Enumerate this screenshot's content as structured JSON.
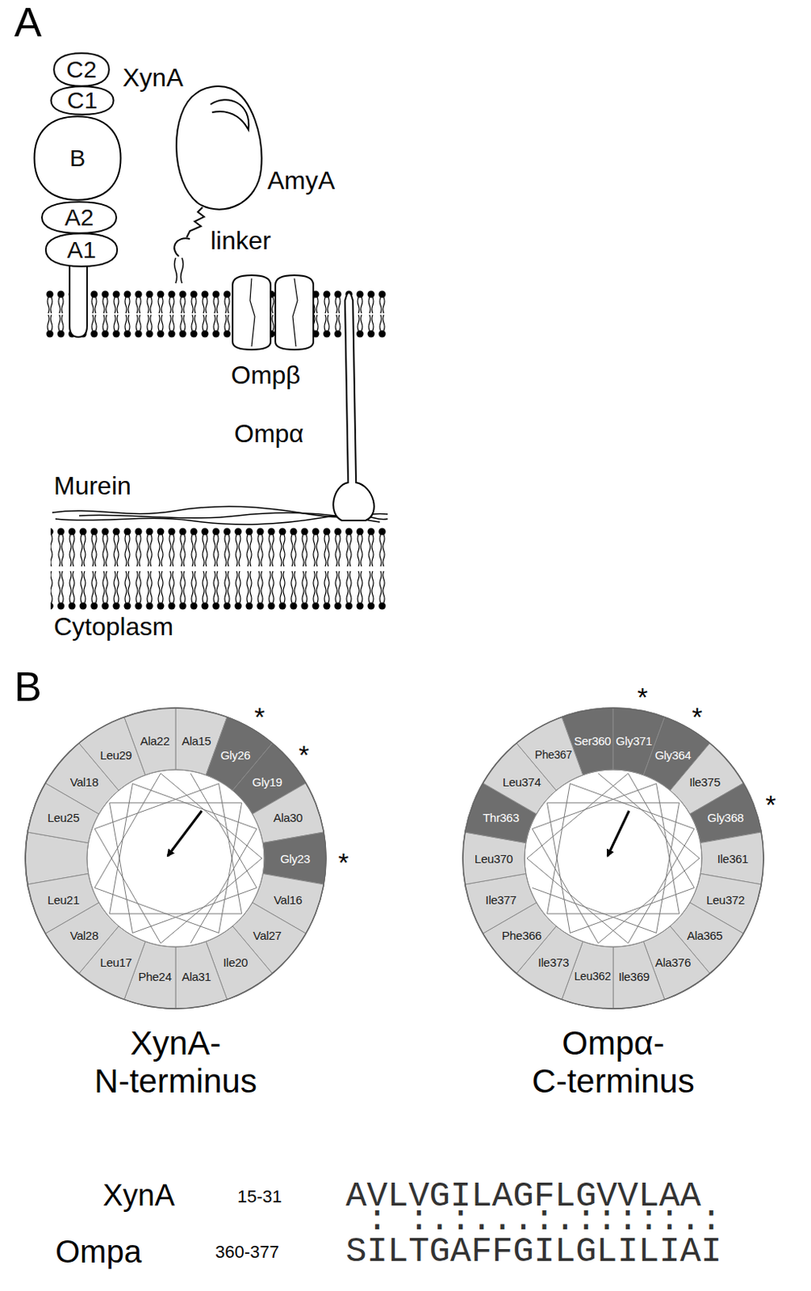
{
  "diagram": {
    "nodes": [
      {
        "text": [
          "C2"
        ]
      },
      {
        "text": [
          "C1"
        ]
      },
      {
        "text": [
          "B"
        ]
      },
      {
        "text": [
          "A2"
        ]
      },
      {
        "text": [
          "A1"
        ]
      },
      {
        "text": [
          "Ala15"
        ]
      },
      {
        "text": [
          "Gly26"
        ]
      },
      {
        "text": [
          "Gly19"
        ]
      },
      {
        "text": [
          "Ala30"
        ]
      },
      {
        "text": [
          "Gly23"
        ]
      },
      {
        "text": [
          "Val16"
        ]
      },
      {
        "text": [
          "Val27"
        ]
      },
      {
        "text": [
          "Ile20"
        ]
      },
      {
        "text": [
          "Ala31"
        ]
      },
      {
        "text": [
          "Phe24"
        ]
      },
      {
        "text": [
          "Leu17"
        ]
      },
      {
        "text": [
          "Val28"
        ]
      },
      {
        "text": [
          "Leu21"
        ]
      },
      {
        "text": [
          "Leu25"
        ]
      },
      {
        "text": [
          "Val18"
        ]
      },
      {
        "text": [
          "Leu29"
        ]
      },
      {
        "text": [
          "Ala22"
        ]
      },
      {
        "text": [
          "Ser360"
        ]
      },
      {
        "text": [
          "Gly371"
        ]
      },
      {
        "text": [
          "Gly364"
        ]
      },
      {
        "text": [
          "Ile375"
        ]
      },
      {
        "text": [
          "Gly368"
        ]
      },
      {
        "text": [
          "Ile361"
        ]
      },
      {
        "text": [
          "Leu372"
        ]
      },
      {
        "text": [
          "Ala365"
        ]
      },
      {
        "text": [
          "Ala376"
        ]
      },
      {
        "text": [
          "Ile369"
        ]
      },
      {
        "text": [
          "Leu362"
        ]
      },
      {
        "text": [
          "Ile373"
        ]
      },
      {
        "text": [
          "Phe366"
        ]
      },
      {
        "text": [
          "Ile377"
        ]
      },
      {
        "text": [
          "Leu370"
        ]
      },
      {
        "text": [
          "Thr363"
        ]
      },
      {
        "text": [
          "Leu374"
        ]
      },
      {
        "text": [
          "Phe367"
        ]
      }
    ],
    "labels": [
      "A",
      "XynA",
      "AmyA",
      "linker",
      "Ompβ",
      "Ompα",
      "Murein",
      "Cytoplasm",
      "B",
      "*",
      "*",
      "*",
      "*",
      "*",
      "*",
      "XynA-",
      "N-terminus",
      "Ompα-",
      "C-terminus",
      "XynA",
      "15-31",
      "AVLVGILAGFLGVVLAA",
      " : :.:...:.:::::.:",
      "Ompa",
      "360-377",
      "SILTGAFFGILGLILIAI"
    ]
  }
}
